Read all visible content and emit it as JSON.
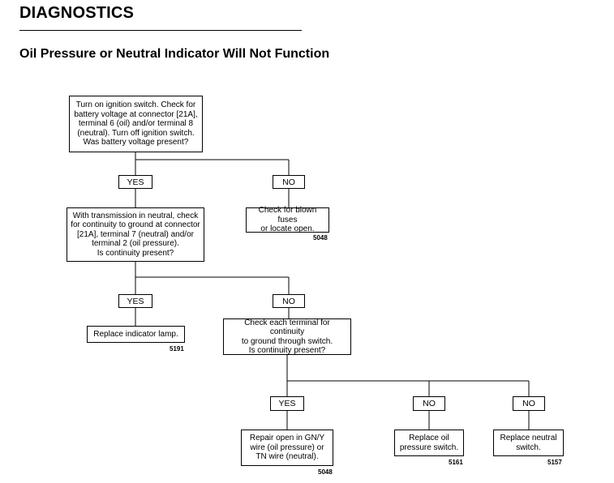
{
  "header": {
    "title": "DIAGNOSTICS",
    "subtitle": "Oil Pressure or Neutral Indicator Will Not Function"
  },
  "flowchart": {
    "step1": {
      "lines": [
        "Turn on ignition switch. Check for",
        "battery voltage at connector [21A],",
        "terminal 6 (oil) and/or terminal 8",
        "(neutral). Turn off ignition switch.",
        "Was battery voltage present?"
      ]
    },
    "step1_yes": "YES",
    "step1_no": "NO",
    "blown_fuses": {
      "lines": [
        "Check for blown fuses",
        "or locate open."
      ],
      "ref": "5048"
    },
    "step2": {
      "lines": [
        "With transmission in neutral, check",
        "for continuity to ground at connector",
        "[21A], terminal 7 (neutral) and/or",
        "terminal 2 (oil pressure).",
        "Is continuity present?"
      ]
    },
    "step2_yes": "YES",
    "step2_no": "NO",
    "replace_lamp": {
      "lines": [
        "Replace indicator lamp."
      ],
      "ref": "5191"
    },
    "step3": {
      "lines": [
        "Check each terminal for continuity",
        "to ground through switch.",
        "Is continuity present?"
      ]
    },
    "step3_yes": "YES",
    "step3_no_oil": "NO",
    "step3_no_neutral": "NO",
    "repair_open": {
      "lines": [
        "Repair open in GN/Y",
        "wire (oil pressure) or",
        "TN wire (neutral)."
      ],
      "ref": "5048"
    },
    "replace_oil_switch": {
      "lines": [
        "Replace oil",
        "pressure switch."
      ],
      "ref": "5161"
    },
    "replace_neutral_switch": {
      "lines": [
        "Replace neutral",
        "switch."
      ],
      "ref": "5157"
    }
  }
}
